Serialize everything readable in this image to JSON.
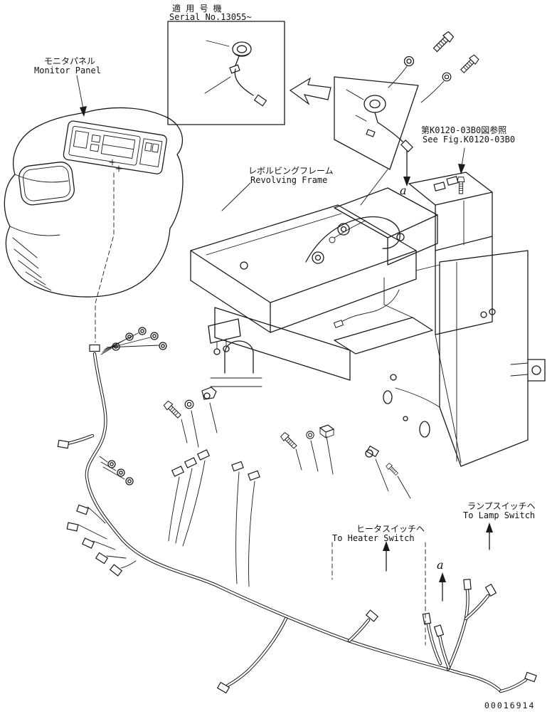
{
  "colors": {
    "ink": "#1a1a1a",
    "paper": "#ffffff"
  },
  "inset_box": {
    "label_jp": "適 用 号 機",
    "label_en": "Serial No.13055~"
  },
  "labels": {
    "monitor_panel_jp": "モニタパネル",
    "monitor_panel_en": "Monitor Panel",
    "revolving_frame_jp": "レボルビングフレーム",
    "revolving_frame_en": "Revolving Frame",
    "see_fig_jp": "第K0120-03B0図参照",
    "see_fig_en": "See Fig.K0120-03B0",
    "heater_jp": "ヒータスイッチヘ",
    "heater_en": "To Heater Switch",
    "lamp_jp": "ランプスイッチヘ",
    "lamp_en": "To Lamp Switch"
  },
  "markers": {
    "view_a_upper": "a",
    "view_a_lower": "a"
  },
  "drawing_number": "00016914"
}
